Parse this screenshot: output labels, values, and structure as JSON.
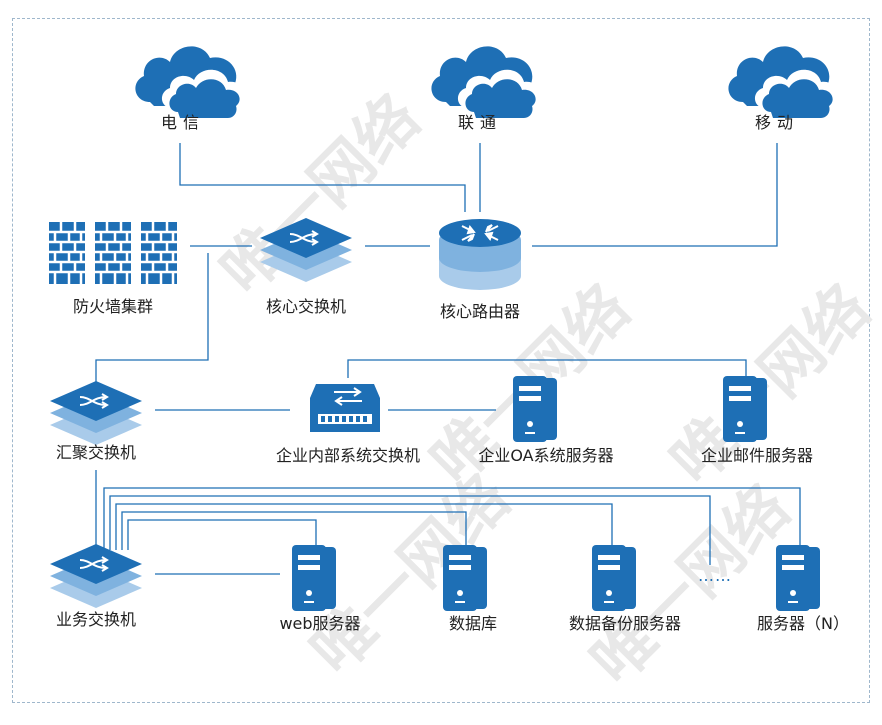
{
  "colors": {
    "line": "#1e6fb5",
    "device": "#1e6fb5",
    "device_light": "#9cc4e6",
    "watermark": "#e5e5e5"
  },
  "labels": {
    "telecom": "电信",
    "unicom": "联通",
    "mobile": "移动",
    "firewall_cluster": "防火墙集群",
    "core_switch": "核心交换机",
    "core_router": "核心路由器",
    "aggregation_switch": "汇聚交换机",
    "internal_switch": "企业内部系统交换机",
    "oa_server": "企业OA系统服务器",
    "mail_server": "企业邮件服务器",
    "business_switch": "业务交换机",
    "web_server": "web服务器",
    "database": "数据库",
    "backup_server": "数据备份服务器",
    "server_n": "服务器（N）",
    "ellipsis": "……"
  },
  "watermark": {
    "text": "唯一网络"
  },
  "icons": {
    "cloud": "cloud-icon",
    "firewall": "firewall-icon",
    "switch": "switch-icon",
    "router": "router-icon",
    "server": "server-icon",
    "internal_switch": "rack-switch-icon"
  }
}
